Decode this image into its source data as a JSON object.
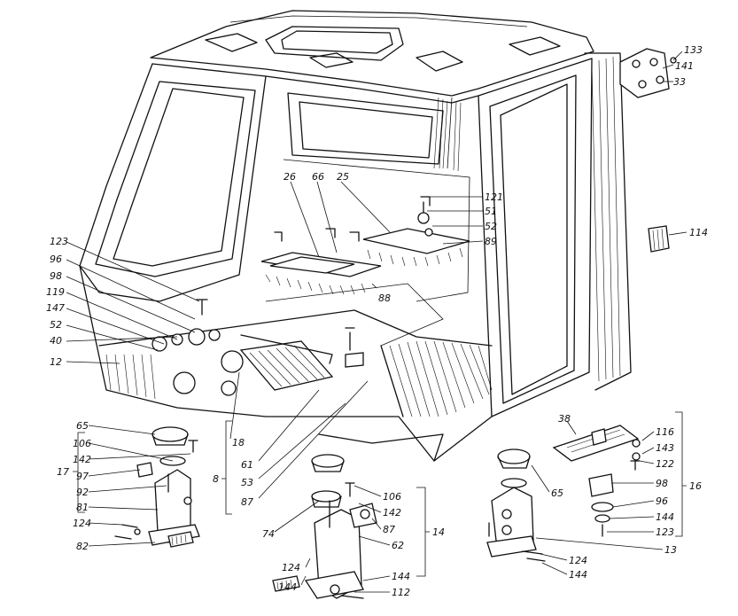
{
  "diagram": {
    "labels": {
      "l133": "133",
      "l141": "141",
      "l33": "33",
      "l121": "121",
      "l51": "51",
      "l52a": "52",
      "l89": "89",
      "l26": "26",
      "l66": "66",
      "l25": "25",
      "l88": "88",
      "l114": "114",
      "l123a": "123",
      "l96a": "96",
      "l98": "98",
      "l119": "119",
      "l147": "147",
      "l52b": "52",
      "l40": "40",
      "l12": "12",
      "l65a": "65",
      "l106a": "106",
      "l142a": "142",
      "l97": "97",
      "l92": "92",
      "l81": "81",
      "l124a": "124",
      "l82": "82",
      "l17": "17",
      "l18": "18",
      "l61": "61",
      "l53": "53",
      "l87a": "87",
      "l8": "8",
      "l74": "74",
      "l106b": "106",
      "l142b": "142",
      "l87b": "87",
      "l14": "14",
      "l62": "62",
      "l124b": "124",
      "l144a": "144",
      "l144b": "144",
      "l112": "112",
      "l38": "38",
      "l65b": "65",
      "l116": "116",
      "l143": "143",
      "l122": "122",
      "l98b": "98",
      "l96b": "96",
      "l144c": "144",
      "l123b": "123",
      "l16": "16",
      "l124c": "124",
      "l144d": "144",
      "l13": "13"
    }
  }
}
